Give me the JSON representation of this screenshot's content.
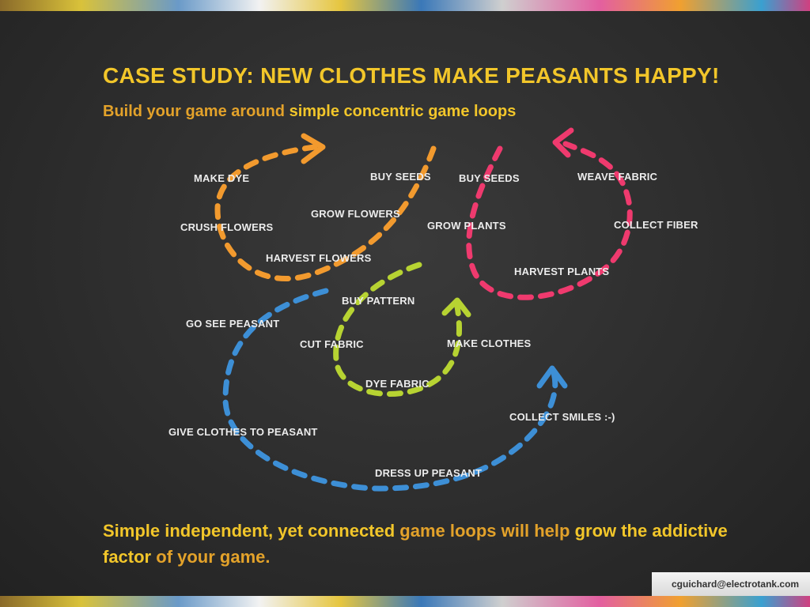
{
  "slide": {
    "title": "CASE STUDY: NEW CLOTHES MAKE PEASANTS HAPPY!",
    "subtitle_a": "Build your game around ",
    "subtitle_b": "simple concentric game loops",
    "footer": {
      "p1": "Simple ",
      "p2": "independent, yet connected ",
      "p3": "game loops will help ",
      "p4": "grow the addictive factor ",
      "p5": "of your game."
    },
    "credit": "cguichard@electrotank.com"
  },
  "colors": {
    "orange": "#f29a2e",
    "pink": "#ef3a6e",
    "green": "#b7d332",
    "blue": "#3d8fd6",
    "title_yellow": "#f2c62a",
    "text_orange": "#e3a22a"
  },
  "diagram": {
    "labels": [
      "MAKE DYE",
      "BUY SEEDS",
      "BUY SEEDS",
      "WEAVE FABRIC",
      "GROW FLOWERS",
      "CRUSH FLOWERS",
      "GROW PLANTS",
      "COLLECT FIBER",
      "HARVEST FLOWERS",
      "HARVEST PLANTS",
      "BUY PATTERN",
      "GO SEE PEASANT",
      "CUT FABRIC",
      "MAKE CLOTHES",
      "DYE FABRIC",
      "COLLECT SMILES :-)",
      "GIVE CLOTHES TO PEASANT",
      "DRESS UP PEASANT"
    ]
  }
}
